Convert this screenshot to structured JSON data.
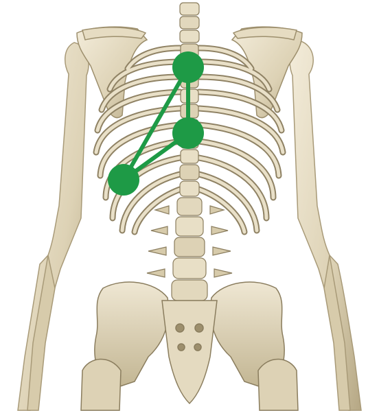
{
  "scene": {
    "subject": "posterior-skeleton-illustration",
    "colors": {
      "background": "#ffffff",
      "bone_light": "#ece4cf",
      "bone_mid": "#d8ccae",
      "bone_shadow": "#a89a78",
      "bone_dark": "#7c7058",
      "marker": "#1e9a46"
    },
    "markers": [
      {
        "name": "marker-upper-spine"
      },
      {
        "name": "marker-mid-spine"
      },
      {
        "name": "marker-left-rib"
      }
    ],
    "connections": [
      {
        "name": "line-upper-to-mid"
      },
      {
        "name": "line-upper-to-left"
      },
      {
        "name": "line-mid-to-left"
      }
    ]
  }
}
